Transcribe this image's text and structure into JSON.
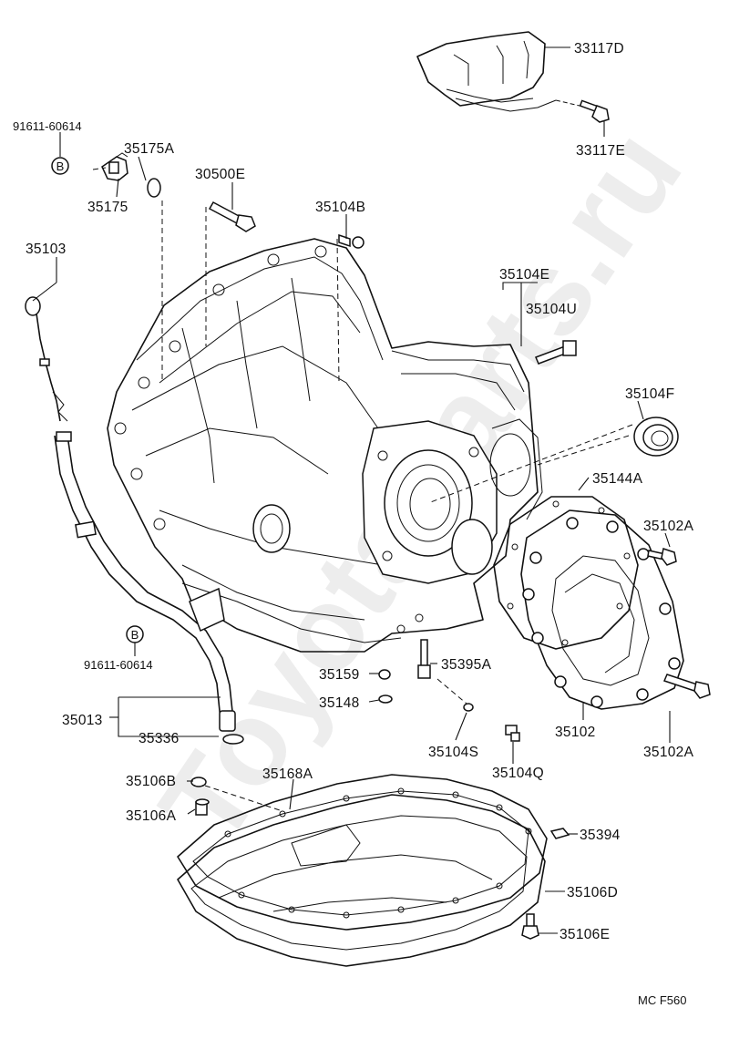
{
  "watermark": "ToyotaParts.ru",
  "figure_code": "MC F560",
  "parts": {
    "p33117D": "33117D",
    "p33117E": "33117E",
    "p91611_60614_top": "91611-60614",
    "p35175A": "35175A",
    "p35175": "35175",
    "p30500E": "30500E",
    "p35104B": "35104B",
    "p35103": "35103",
    "p35104E": "35104E",
    "p35104U": "35104U",
    "p35104F": "35104F",
    "p35144A": "35144A",
    "p35102A_top": "35102A",
    "p91611_60614_bottom": "91611-60614",
    "p35395A": "35395A",
    "p35159": "35159",
    "p35148": "35148",
    "p35013": "35013",
    "p35336": "35336",
    "p35104S": "35104S",
    "p35102": "35102",
    "p35102A_bottom": "35102A",
    "p35104Q": "35104Q",
    "p35106B": "35106B",
    "p35168A": "35168A",
    "p35106A": "35106A",
    "p35394": "35394",
    "p35106D": "35106D",
    "p35106E": "35106E"
  },
  "badges": {
    "b_top": "B",
    "b_bottom": "B"
  }
}
